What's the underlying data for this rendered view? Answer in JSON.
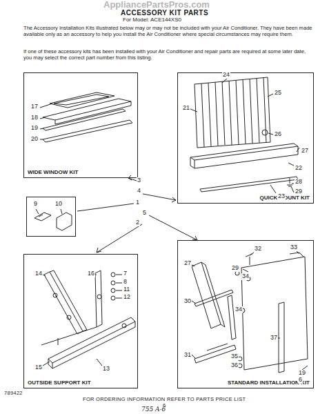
{
  "diagram": {
    "title": "ACCESSORY KIT PARTS",
    "nodes": [
      {
        "text": [
          "WIDE WINDOW KIT"
        ]
      },
      {
        "text": [
          "QUICK MOUNT KIT"
        ]
      },
      {
        "text": [
          "9",
          "10"
        ]
      },
      {
        "text": [
          "OUTSIDE SUPPORT KIT"
        ]
      },
      {
        "text": [
          "STANDARD INSTALLATION KIT"
        ]
      }
    ],
    "labels": [
      "AppliancePartsPros.com",
      "For Model: ACE144XS0",
      "The Accessory Installation Kits illustrated below may or may not be included with your Air Conditioner. They have been made available only as an accessory to help you install the Air Conditioner where special circumstances may require them.",
      "If one of these accessory kits has been installed with your Air Conditioner and repair parts are required at some later date, you may select the correct part number from this listing.",
      "17",
      "18",
      "19",
      "20",
      "3",
      "4",
      "1",
      "5",
      "2",
      "21",
      "24",
      "25",
      "26",
      "27",
      "22",
      "28",
      "29",
      "23",
      "14",
      "16",
      "7",
      "8",
      "11",
      "12",
      "15",
      "13",
      "27",
      "32",
      "33",
      "29",
      "34",
      "30",
      "34",
      "31",
      "35",
      "36",
      "37",
      "19",
      "6",
      "789422",
      "FOR ORDERING INFORMATION REFER TO PARTS PRICE LIST",
      "6",
      "755 A-6"
    ]
  }
}
